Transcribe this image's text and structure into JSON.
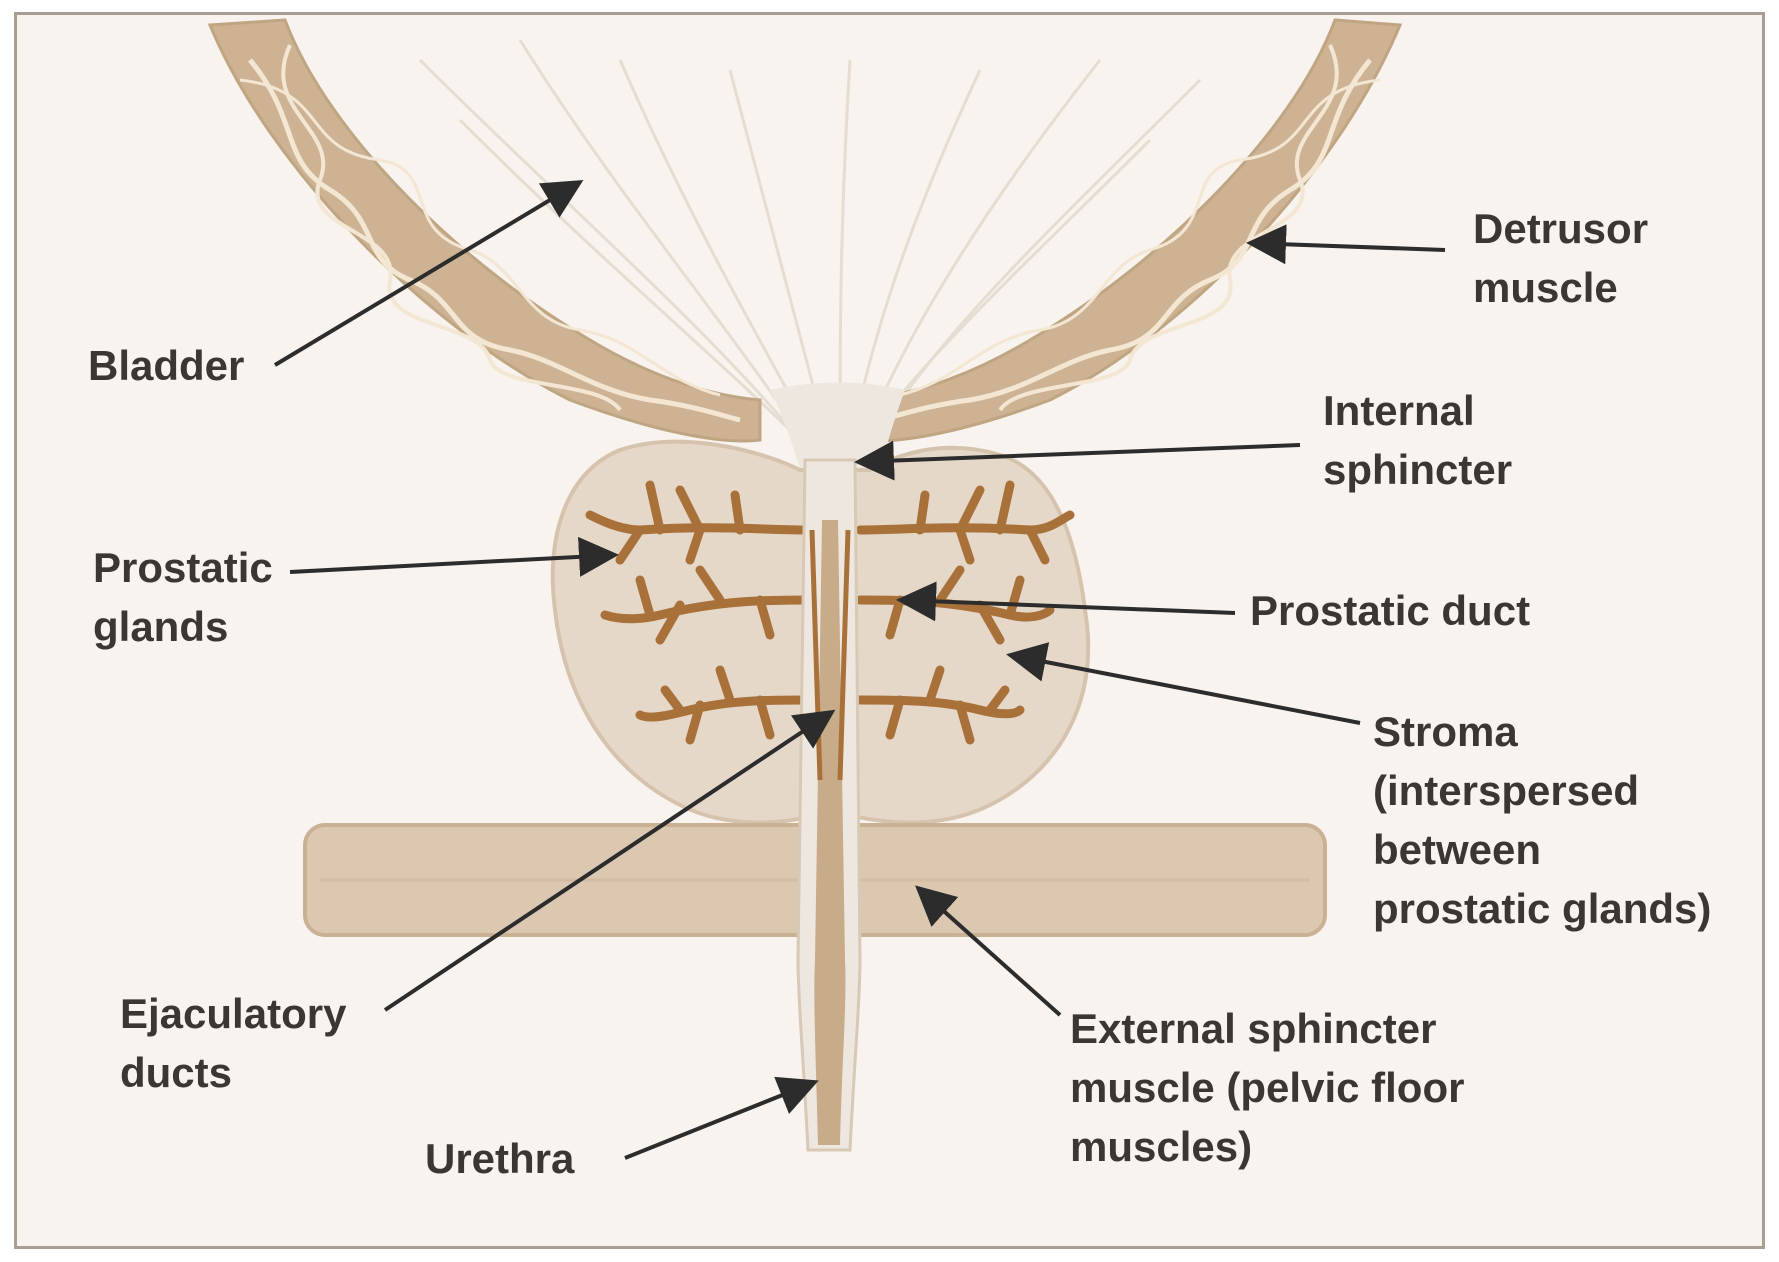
{
  "labels": {
    "bladder": "Bladder",
    "detrusor_1": "Detrusor",
    "detrusor_2": "muscle",
    "internal_1": "Internal",
    "internal_2": "sphincter",
    "prostatic_glands_1": "Prostatic",
    "prostatic_glands_2": "glands",
    "prostatic_duct": "Prostatic duct",
    "stroma_1": "Stroma",
    "stroma_2": "(interspersed",
    "stroma_3": "between",
    "stroma_4": "prostatic glands)",
    "ejaculatory_1": "Ejaculatory",
    "ejaculatory_2": "ducts",
    "external_1": "External sphincter",
    "external_2": "muscle (pelvic floor",
    "external_3": "muscles)",
    "urethra": "Urethra"
  },
  "colors": {
    "background": "#f8f3ee",
    "muscle": "#cdb394",
    "muscle_light": "#f0e2cf",
    "gland_duct": "#a8713a",
    "prostate": "#e6d8c8",
    "urethra": "#c8ab88",
    "pelvic_floor": "#dcc8b0",
    "arrow": "#2c2c2c"
  }
}
